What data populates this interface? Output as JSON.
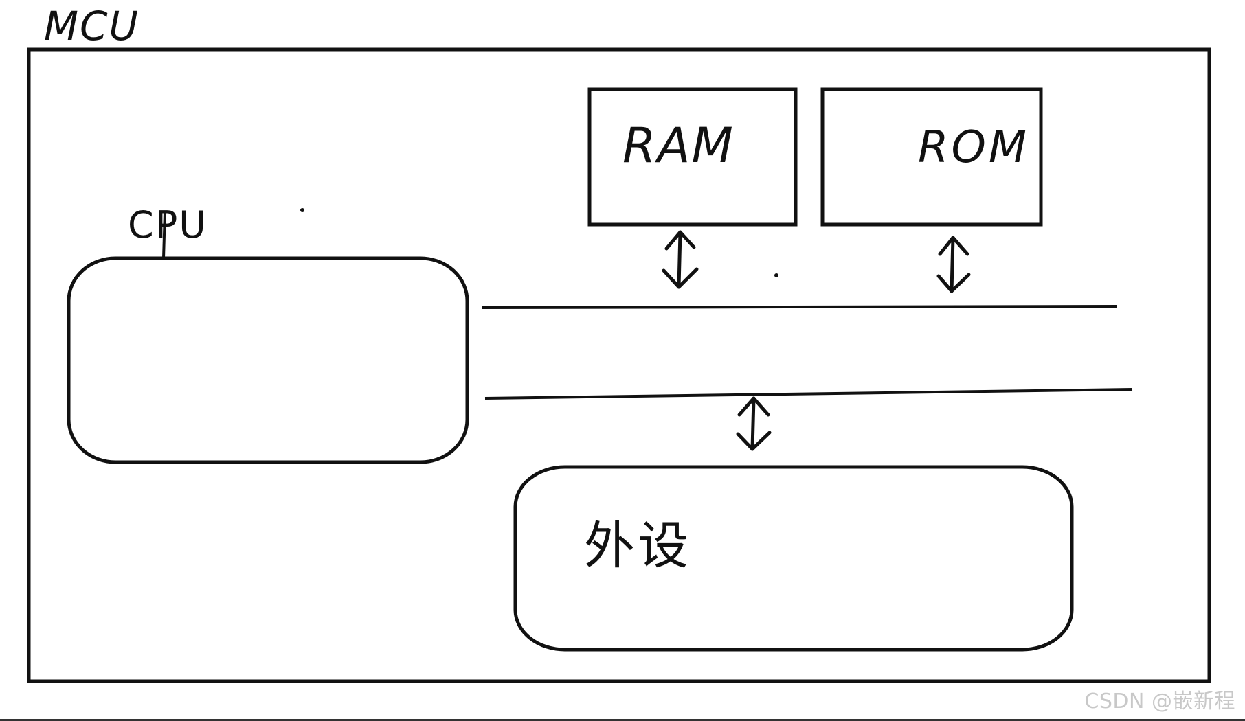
{
  "diagram": {
    "mcu_label": "MCU",
    "cpu_label": "CPU",
    "ram_label": "RAM",
    "rom_label": "ROM",
    "peripheral_label": "外设"
  },
  "watermark": "CSDN @嵌新程"
}
